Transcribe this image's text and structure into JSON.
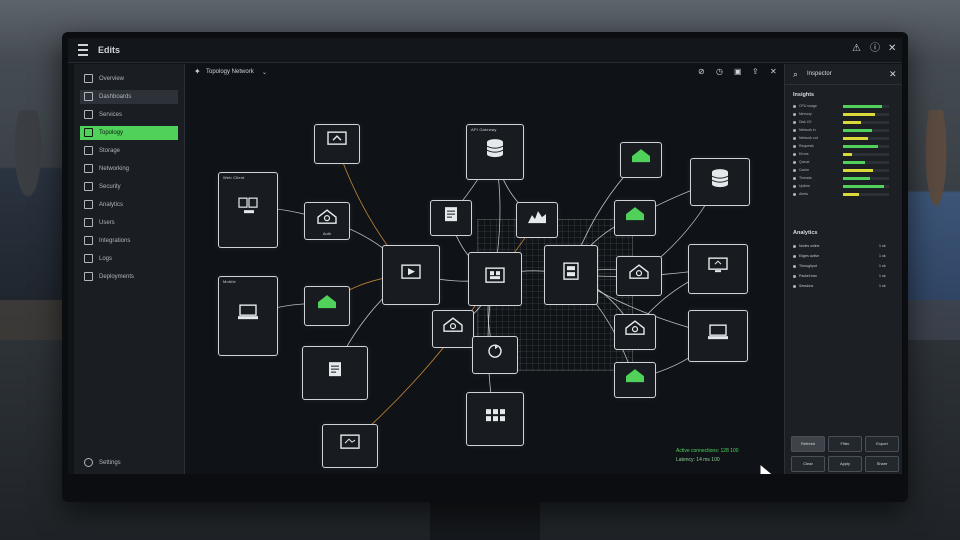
{
  "app": {
    "title": "Edits",
    "topbar_icons": [
      "alert-icon",
      "help-icon",
      "close-icon"
    ]
  },
  "sidebar": {
    "items": [
      {
        "label": "Overview",
        "icon": "home-icon",
        "state": "normal"
      },
      {
        "label": "Dashboards",
        "icon": "grid-icon",
        "state": "hover"
      },
      {
        "label": "Services",
        "icon": "layers-icon",
        "state": "normal"
      },
      {
        "label": "Topology",
        "icon": "network-icon",
        "state": "active"
      },
      {
        "label": "Storage",
        "icon": "database-icon",
        "state": "normal"
      },
      {
        "label": "Networking",
        "icon": "globe-icon",
        "state": "normal"
      },
      {
        "label": "Security",
        "icon": "shield-icon",
        "state": "normal"
      },
      {
        "label": "Analytics",
        "icon": "chart-icon",
        "state": "normal"
      },
      {
        "label": "Users",
        "icon": "users-icon",
        "state": "normal"
      },
      {
        "label": "Integrations",
        "icon": "plug-icon",
        "state": "normal"
      },
      {
        "label": "Logs",
        "icon": "log-icon",
        "state": "normal"
      },
      {
        "label": "Deployments",
        "icon": "rocket-icon",
        "state": "normal"
      }
    ],
    "footer": {
      "label": "Settings",
      "icon": "gear-icon"
    }
  },
  "canvas": {
    "tab_label": "Topology Network",
    "tools": [
      "link-icon",
      "history-icon",
      "save-icon",
      "export-icon",
      "close-icon"
    ],
    "status_lines": [
      "Active connections: 128   100",
      "Latency: 14 ms   100"
    ]
  },
  "nodes": [
    {
      "id": "n1",
      "label": "",
      "caption": "",
      "icon": "cloud-upload-icon",
      "green": false
    },
    {
      "id": "n2",
      "label": "API Gateway",
      "caption": "",
      "icon": "database-icon",
      "green": false
    },
    {
      "id": "n3",
      "label": "",
      "caption": "",
      "icon": "cloud-icon",
      "green": true
    },
    {
      "id": "n4",
      "label": "",
      "caption": "",
      "icon": "database-icon",
      "green": false
    },
    {
      "id": "n5",
      "label": "Web Client",
      "caption": "",
      "icon": "desktop-icon",
      "green": false
    },
    {
      "id": "n6",
      "label": "",
      "caption": "Auth",
      "icon": "cloud-icon",
      "green": false
    },
    {
      "id": "n7",
      "label": "",
      "caption": "",
      "icon": "doc-icon",
      "green": false
    },
    {
      "id": "n8",
      "label": "",
      "caption": "",
      "icon": "chart-icon",
      "green": false
    },
    {
      "id": "n9",
      "label": "",
      "caption": "",
      "icon": "cloud-icon",
      "green": true
    },
    {
      "id": "n10",
      "label": "",
      "caption": "",
      "icon": "video-icon",
      "green": false
    },
    {
      "id": "n11",
      "label": "",
      "caption": "",
      "icon": "router-icon",
      "green": false
    },
    {
      "id": "n12",
      "label": "",
      "caption": "",
      "icon": "server-icon",
      "green": false
    },
    {
      "id": "n13",
      "label": "",
      "caption": "",
      "icon": "cloud-icon",
      "green": false
    },
    {
      "id": "n14",
      "label": "",
      "caption": "",
      "icon": "monitor-icon",
      "green": false
    },
    {
      "id": "n15",
      "label": "Mobile",
      "caption": "",
      "icon": "laptop-icon",
      "green": false
    },
    {
      "id": "n16",
      "label": "",
      "caption": "",
      "icon": "cloud-icon",
      "green": true
    },
    {
      "id": "n17",
      "label": "",
      "caption": "",
      "icon": "cloud-icon",
      "green": false
    },
    {
      "id": "n18",
      "label": "",
      "caption": "",
      "icon": "doc-icon",
      "green": false
    },
    {
      "id": "n19",
      "label": "",
      "caption": "",
      "icon": "cloud-icon",
      "green": false
    },
    {
      "id": "n20",
      "label": "",
      "caption": "",
      "icon": "laptop-icon",
      "green": false
    },
    {
      "id": "n21",
      "label": "",
      "caption": "",
      "icon": "cloud-icon",
      "green": true
    },
    {
      "id": "n22",
      "label": "",
      "caption": "",
      "icon": "grid-icon",
      "green": false
    },
    {
      "id": "n23",
      "label": "",
      "caption": "",
      "icon": "tablet-icon",
      "green": false
    },
    {
      "id": "n24",
      "label": "",
      "caption": "",
      "icon": "sync-icon",
      "green": false
    }
  ],
  "right_panel": {
    "title": "Inspector",
    "section_metrics": "Insights",
    "metrics": [
      {
        "name": "CPU usage",
        "value": 0.85,
        "color": "#4fd15a"
      },
      {
        "name": "Memory",
        "value": 0.7,
        "color": "#d9d93a"
      },
      {
        "name": "Disk I/O",
        "value": 0.4,
        "color": "#d9d93a"
      },
      {
        "name": "Network in",
        "value": 0.62,
        "color": "#4fd15a"
      },
      {
        "name": "Network out",
        "value": 0.55,
        "color": "#d9d93a"
      },
      {
        "name": "Requests",
        "value": 0.75,
        "color": "#4fd15a"
      },
      {
        "name": "Errors",
        "value": 0.2,
        "color": "#d9d93a"
      },
      {
        "name": "Queue",
        "value": 0.48,
        "color": "#4fd15a"
      },
      {
        "name": "Cache",
        "value": 0.66,
        "color": "#d9d93a"
      },
      {
        "name": "Threads",
        "value": 0.58,
        "color": "#4fd15a"
      },
      {
        "name": "Uptime",
        "value": 0.9,
        "color": "#4fd15a"
      },
      {
        "name": "Alerts",
        "value": 0.35,
        "color": "#d9d93a"
      }
    ],
    "section_list": "Analytics",
    "list": [
      {
        "name": "Nodes online",
        "val": "1 ok"
      },
      {
        "name": "Edges active",
        "val": "1 ok"
      },
      {
        "name": "Throughput",
        "val": "1 ok"
      },
      {
        "name": "Packet loss",
        "val": "1 ok"
      },
      {
        "name": "Sessions",
        "val": "1 ok"
      }
    ],
    "buttons": [
      "Refresh",
      "Filter",
      "Export",
      "Clear",
      "Apply",
      "Share"
    ]
  }
}
